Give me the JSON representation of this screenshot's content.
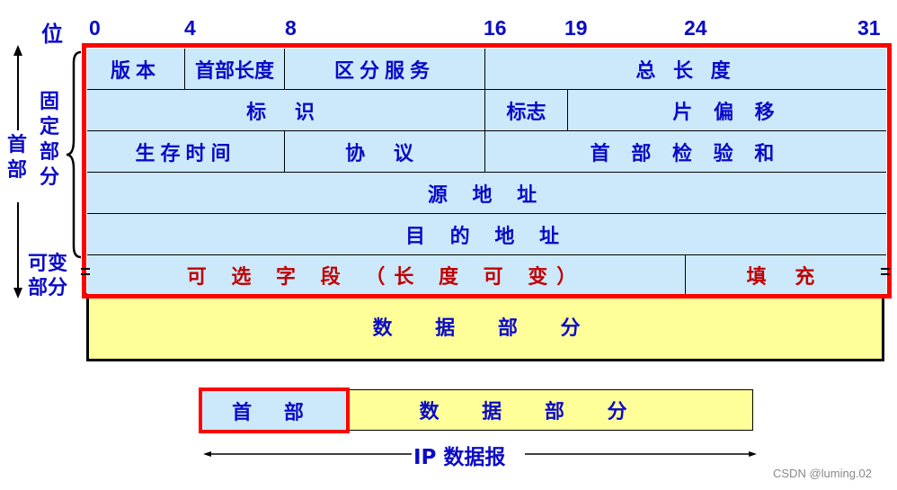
{
  "bit_axis": {
    "label": "位",
    "ticks": [
      "0",
      "4",
      "8",
      "16",
      "19",
      "24",
      "31"
    ]
  },
  "header_rows": [
    {
      "cells": [
        {
          "label": "版本",
          "bits": "0-3"
        },
        {
          "label": "首部长度",
          "bits": "4-7"
        },
        {
          "label": "区分服务",
          "bits": "8-15"
        },
        {
          "label": "总 长 度",
          "bits": "16-31"
        }
      ]
    },
    {
      "cells": [
        {
          "label": "标 识",
          "bits": "0-15"
        },
        {
          "label": "标志",
          "bits": "16-18"
        },
        {
          "label": "片 偏 移",
          "bits": "19-31"
        }
      ]
    },
    {
      "cells": [
        {
          "label": "生存时间",
          "bits": "0-7"
        },
        {
          "label": "协 议",
          "bits": "8-15"
        },
        {
          "label": "首 部 检 验 和",
          "bits": "16-31"
        }
      ]
    },
    {
      "cells": [
        {
          "label": "源 地 址",
          "bits": "0-31"
        }
      ]
    },
    {
      "cells": [
        {
          "label": "目 的 地 址",
          "bits": "0-31"
        }
      ]
    },
    {
      "cells": [
        {
          "label": "可 选 字 段 （长 度 可 变）",
          "bits": "variable"
        },
        {
          "label": "填 充",
          "bits": "variable"
        }
      ]
    }
  ],
  "side_labels": {
    "header": "首部",
    "fixed_part": "固定部分",
    "variable_part": "可变部分"
  },
  "data_part": {
    "label": "数 据 部 分"
  },
  "datagram": {
    "header_label": "首 部",
    "data_label": "数 据 部 分",
    "caption": "IP 数据报"
  },
  "watermark": "CSDN @luming.02",
  "colors": {
    "header_fill": "#cce9fc",
    "data_fill": "#ffff99",
    "highlight_border": "#ff0000",
    "text_blue": "#0a0ac8",
    "text_red": "#c00000"
  }
}
